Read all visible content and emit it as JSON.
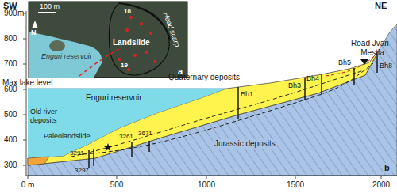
{
  "diagram": {
    "labels": [
      "SW",
      "NE",
      "900",
      "m",
      "800",
      "700",
      "600",
      "500",
      "400",
      "300",
      "0 m",
      "500",
      "1000",
      "1500",
      "2000",
      "Road Jvari -Mestia",
      "Bh5",
      "Bh8",
      "Bh1",
      "Bh3",
      "Bh4",
      "Quaternary deposits",
      "Max lake level",
      "Enguri reservoir",
      "Old river deposits",
      "Paleolandslide",
      "3291",
      "3261",
      "3671",
      "3297",
      "Jurassic deposits",
      "b",
      "100 m",
      "N",
      "Enguri reservoir",
      "Landslide",
      "Head scarp",
      "10",
      "19",
      "a"
    ]
  }
}
